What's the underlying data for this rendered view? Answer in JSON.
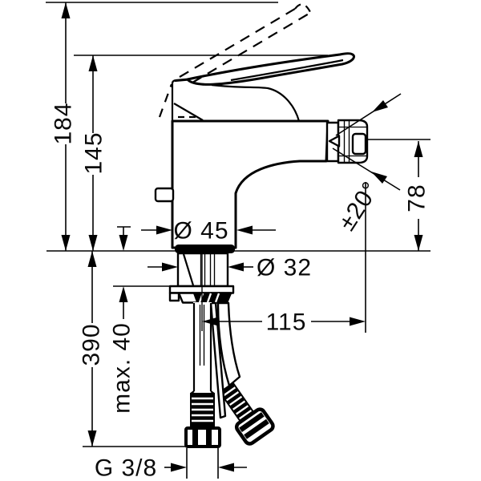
{
  "colors": {
    "ink": "#000000",
    "paper": "#ffffff"
  },
  "labels": {
    "total_height": "184",
    "handle_height": "145",
    "hose_length": "390",
    "max_mount_thickness": "max. 40",
    "body_diameter": "Ø 45",
    "shank_diameter": "Ø 32",
    "spout_reach": "115",
    "outlet_height": "78",
    "aerator_swivel_angle": "±20°",
    "connection_thread": "G 3/8"
  }
}
